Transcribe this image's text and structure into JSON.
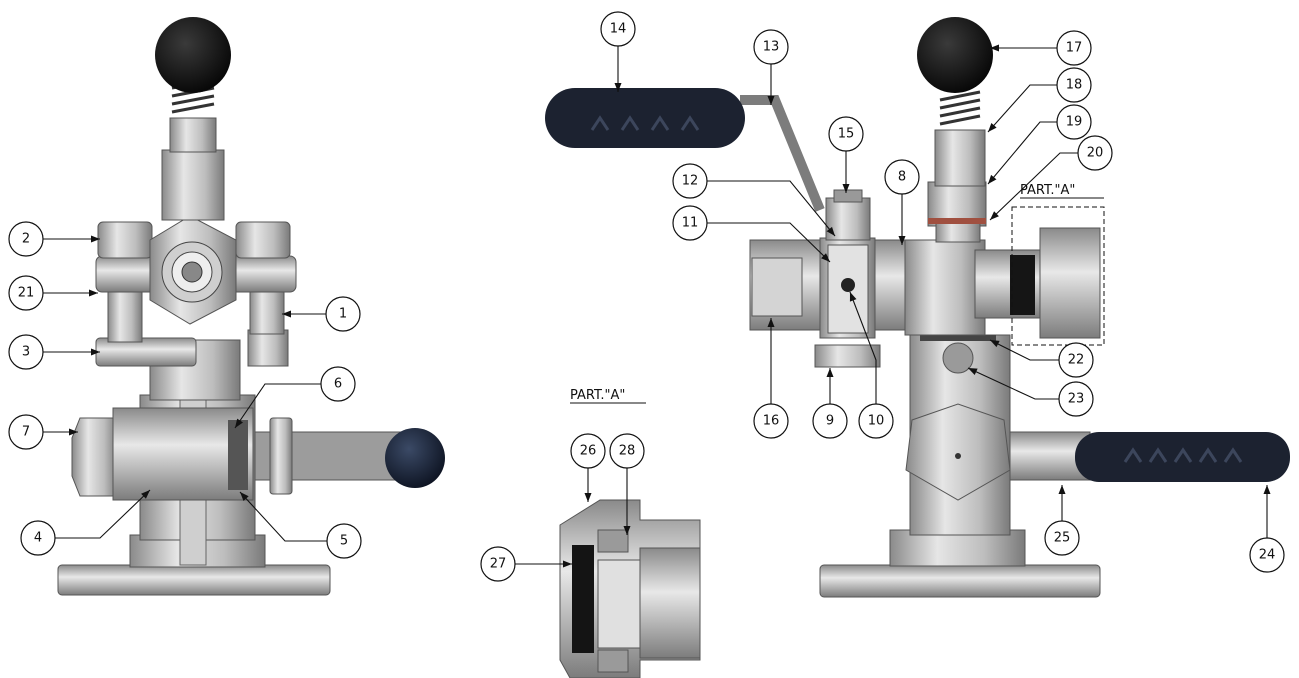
{
  "callouts": [
    {
      "id": "c1",
      "label": "1"
    },
    {
      "id": "c2",
      "label": "2"
    },
    {
      "id": "c3",
      "label": "3"
    },
    {
      "id": "c4",
      "label": "4"
    },
    {
      "id": "c5",
      "label": "5"
    },
    {
      "id": "c6",
      "label": "6"
    },
    {
      "id": "c7",
      "label": "7"
    },
    {
      "id": "c8",
      "label": "8"
    },
    {
      "id": "c9",
      "label": "9"
    },
    {
      "id": "c10",
      "label": "10"
    },
    {
      "id": "c11",
      "label": "11"
    },
    {
      "id": "c12",
      "label": "12"
    },
    {
      "id": "c13",
      "label": "13"
    },
    {
      "id": "c14",
      "label": "14"
    },
    {
      "id": "c15",
      "label": "15"
    },
    {
      "id": "c16",
      "label": "16"
    },
    {
      "id": "c17",
      "label": "17"
    },
    {
      "id": "c18",
      "label": "18"
    },
    {
      "id": "c19",
      "label": "19"
    },
    {
      "id": "c20",
      "label": "20"
    },
    {
      "id": "c21",
      "label": "21"
    },
    {
      "id": "c22",
      "label": "22"
    },
    {
      "id": "c23",
      "label": "23"
    },
    {
      "id": "c24",
      "label": "24"
    },
    {
      "id": "c25",
      "label": "25"
    },
    {
      "id": "c26",
      "label": "26"
    },
    {
      "id": "c27",
      "label": "27"
    },
    {
      "id": "c28",
      "label": "28"
    }
  ],
  "labels": {
    "part_a_detail": "PART.\"A\"",
    "part_a_section": "PART.\"A\""
  },
  "colors": {
    "steel_light": "#d9d9d9",
    "steel_mid": "#a8a8a8",
    "steel_dark": "#6e6e6e",
    "knob_black": "#141414",
    "handle_navy": "#1c2230"
  }
}
